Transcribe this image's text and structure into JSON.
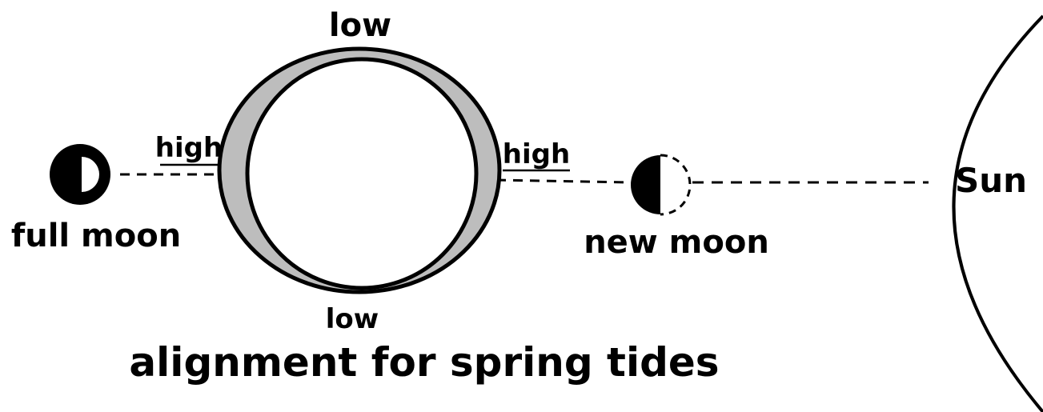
{
  "labels": {
    "low_top": "low",
    "low_bottom": "low",
    "high_left": "high",
    "high_right": "high",
    "full_moon": "full moon",
    "new_moon": "new moon",
    "sun": "Sun",
    "caption": "alignment for spring tides"
  },
  "colors": {
    "ink": "#000000",
    "tidal_bulge": "#bdbdbd",
    "background": "#ffffff"
  }
}
